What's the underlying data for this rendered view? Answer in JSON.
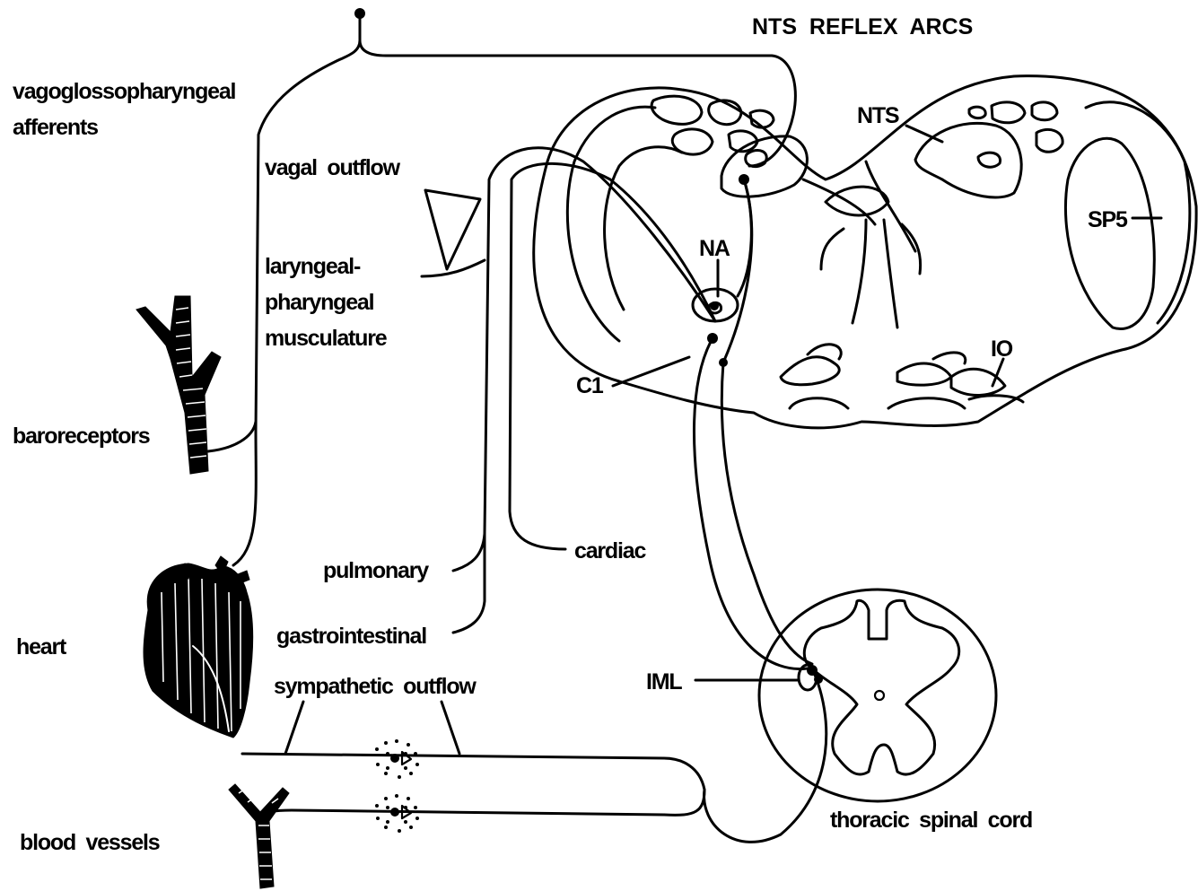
{
  "title": "NTS  REFLEX  ARCS",
  "labels": {
    "afferents_1": "vagoglossopharyngeal",
    "afferents_2": "afferents",
    "vagal_outflow": "vagal  outflow",
    "laryngeal_1": "laryngeal-",
    "laryngeal_2": "pharyngeal",
    "laryngeal_3": "musculature",
    "baroreceptors": "baroreceptors",
    "pulmonary": "pulmonary",
    "cardiac": "cardiac",
    "gastrointestinal": "gastrointestinal",
    "heart": "heart",
    "sympathetic_outflow": "sympathetic  outflow",
    "blood_vessels": "blood  vessels",
    "thoracic_spinal_cord": "thoracic  spinal  cord",
    "nts": "NTS",
    "sp5": "SP5",
    "na": "NA",
    "io": "IO",
    "c1": "C1",
    "iml": "IML"
  }
}
